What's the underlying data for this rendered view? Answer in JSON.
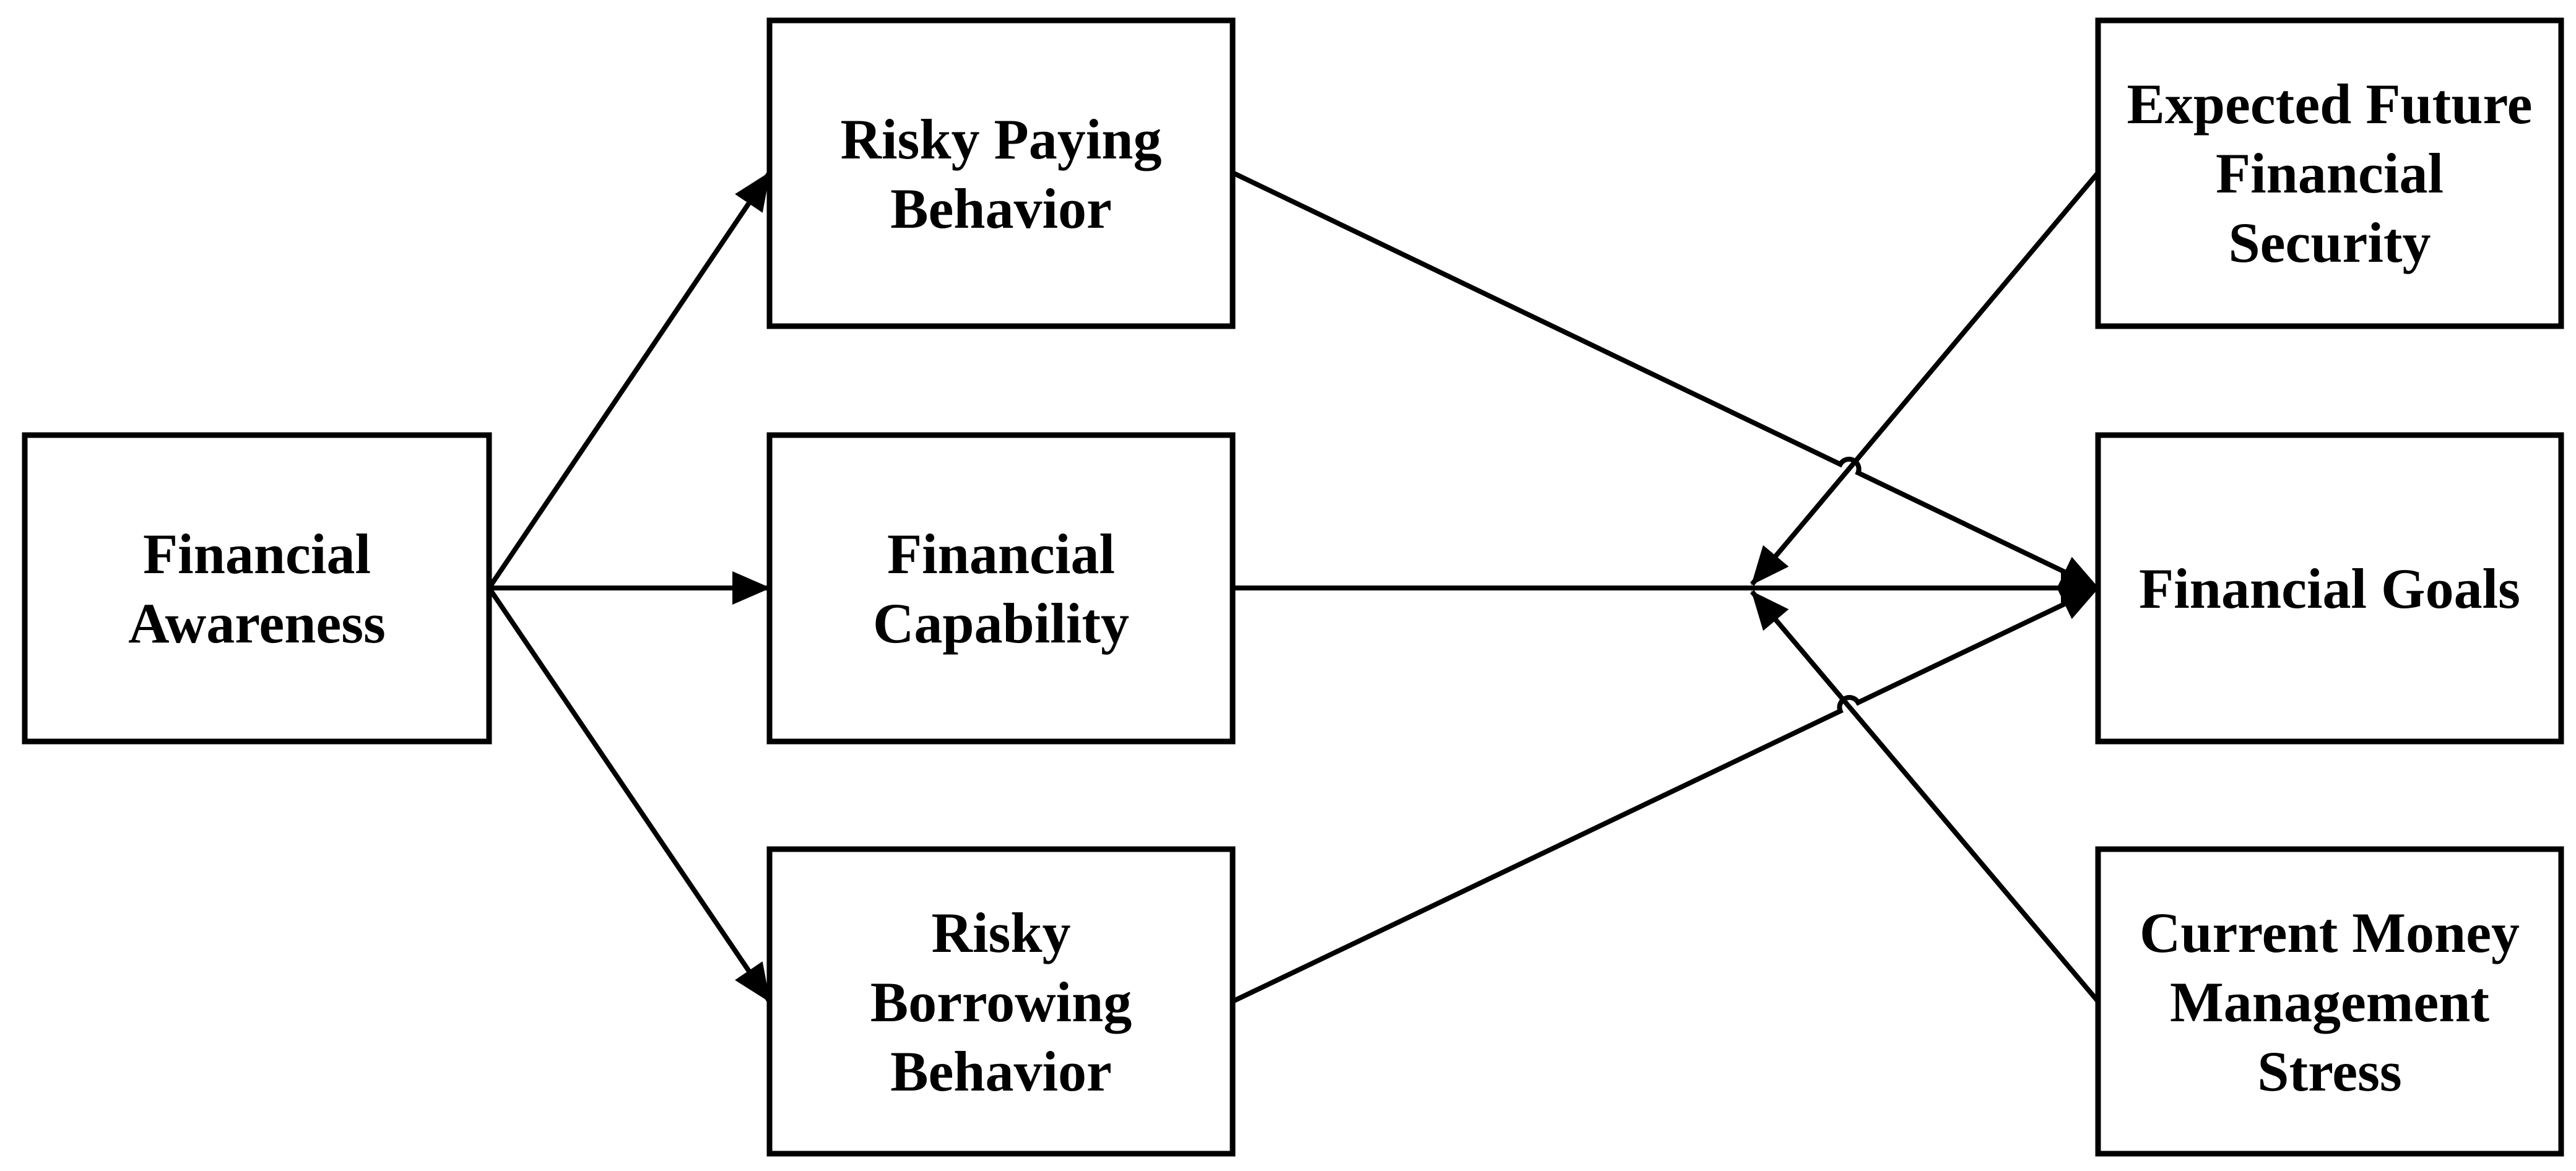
{
  "diagram": {
    "type": "path-model",
    "background_color": "#ffffff",
    "line_color": "#000000",
    "box_fill": "#ffffff",
    "nodes": {
      "financial_awareness": {
        "label": "Financial Awareness",
        "lines": [
          "Financial",
          "Awareness"
        ]
      },
      "risky_paying": {
        "label": "Risky Paying Behavior",
        "lines": [
          "Risky Paying",
          "Behavior"
        ]
      },
      "financial_capability": {
        "label": "Financial Capability",
        "lines": [
          "Financial",
          "Capability"
        ]
      },
      "risky_borrowing": {
        "label": "Risky Borrowing Behavior",
        "lines": [
          "Risky",
          "Borrowing",
          "Behavior"
        ]
      },
      "expected_future": {
        "label": "Expected Future Financial Security",
        "lines": [
          "Expected Future",
          "Financial",
          "Security"
        ]
      },
      "financial_goals": {
        "label": "Financial Goals",
        "lines": [
          "Financial Goals"
        ]
      },
      "current_money": {
        "label": "Current Money Management Stress",
        "lines": [
          "Current Money",
          "Management",
          "Stress"
        ]
      }
    },
    "edges": [
      {
        "from": "Financial Awareness",
        "to": "Risky Paying Behavior",
        "arrow": "end"
      },
      {
        "from": "Financial Awareness",
        "to": "Financial Capability",
        "arrow": "end"
      },
      {
        "from": "Financial Awareness",
        "to": "Risky Borrowing Behavior",
        "arrow": "end"
      },
      {
        "from": "Risky Paying Behavior",
        "to": "Financial Goals",
        "arrow": "end",
        "hops_over": "Expected Future Financial Security line"
      },
      {
        "from": "Financial Capability",
        "to": "Financial Goals",
        "arrow": "end"
      },
      {
        "from": "Risky Borrowing Behavior",
        "to": "Financial Goals",
        "arrow": "end",
        "hops_over": "Current Money Management Stress line"
      },
      {
        "from": "Expected Future Financial Security",
        "to": "Financial Capability–Financial Goals path",
        "arrow": "end"
      },
      {
        "from": "Current Money Management Stress",
        "to": "Financial Capability–Financial Goals path",
        "arrow": "end"
      }
    ]
  }
}
